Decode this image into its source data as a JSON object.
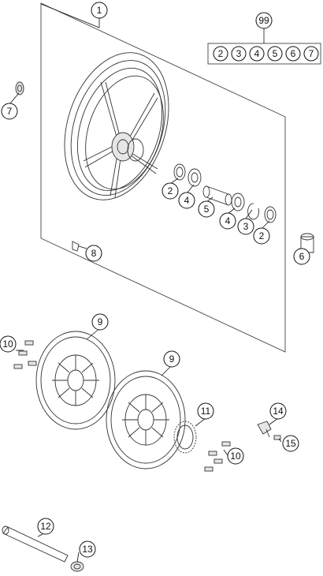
{
  "callouts": {
    "c1": "1",
    "c99": "99",
    "kit": [
      "2",
      "3",
      "4",
      "5",
      "6",
      "7"
    ],
    "c7": "7",
    "c2a": "2",
    "c4a": "4",
    "c5": "5",
    "c4b": "4",
    "c3": "3",
    "c2b": "2",
    "c8": "8",
    "c6": "6",
    "c9a": "9",
    "c10a": "10",
    "c9b": "9",
    "c11": "11",
    "c14": "14",
    "c15": "15",
    "c10b": "10",
    "c12": "12",
    "c13": "13"
  }
}
